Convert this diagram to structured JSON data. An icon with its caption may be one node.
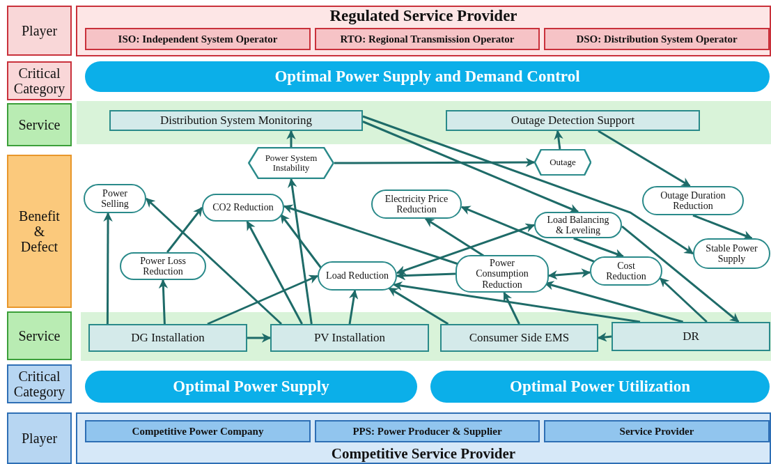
{
  "diagram": {
    "nodes": [
      {
        "text": [
          "Player"
        ]
      },
      {
        "text": [
          "Regulated Service Provider"
        ]
      },
      {
        "text": [
          "ISO: Independent System Operator"
        ],
        "in": 1
      },
      {
        "text": [
          "RTO: Regional Transmission Operator"
        ],
        "in": 1
      },
      {
        "text": [
          "DSO: Distribution System Operator"
        ],
        "in": 1
      },
      {
        "text": [
          "Critical Category"
        ]
      },
      {
        "text": [
          "Optimal Power Supply and Demand Control"
        ]
      },
      {
        "text": [
          "Service"
        ]
      },
      {
        "text": [
          "Distribution System Monitoring"
        ]
      },
      {
        "text": [
          "Outage Detection Support"
        ]
      },
      {
        "text": [
          "Benefit & Defect"
        ]
      },
      {
        "text": [
          "Power System Instability"
        ]
      },
      {
        "text": [
          "Outage"
        ]
      },
      {
        "text": [
          "Power Selling"
        ]
      },
      {
        "text": [
          "CO2 Reduction"
        ]
      },
      {
        "text": [
          "Electricity Price Reduction"
        ]
      },
      {
        "text": [
          "Outage Duration Reduction"
        ]
      },
      {
        "text": [
          "Load Balancing & Leveling"
        ]
      },
      {
        "text": [
          "Power Loss Reduction"
        ]
      },
      {
        "text": [
          "Load Reduction"
        ]
      },
      {
        "text": [
          "Power Consumption Reduction"
        ]
      },
      {
        "text": [
          "Cost Reduction"
        ]
      },
      {
        "text": [
          "Stable Power Supply"
        ]
      },
      {
        "text": [
          "Service"
        ]
      },
      {
        "text": [
          "DG Installation"
        ]
      },
      {
        "text": [
          "PV Installation"
        ]
      },
      {
        "text": [
          "Consumer Side EMS"
        ]
      },
      {
        "text": [
          "DR"
        ]
      },
      {
        "text": [
          "Critical Category"
        ]
      },
      {
        "text": [
          "Optimal Power Supply"
        ]
      },
      {
        "text": [
          "Optimal Power Utilization"
        ]
      },
      {
        "text": [
          "Player"
        ]
      },
      {
        "text": [
          "Competitive Service Provider"
        ]
      },
      {
        "text": [
          "Competitive Power Company"
        ],
        "in": 32
      },
      {
        "text": [
          "PPS: Power Producer & Supplier"
        ],
        "in": 32
      },
      {
        "text": [
          "Service Provider"
        ],
        "in": 32
      }
    ],
    "edges": [
      {
        "from": 11,
        "to": 8,
        "arrow": "to"
      },
      {
        "from": 11,
        "to": 12,
        "arrow": "to"
      },
      {
        "from": 12,
        "to": 9,
        "arrow": "to"
      },
      {
        "from": 9,
        "to": 16,
        "arrow": "to"
      },
      {
        "from": 16,
        "to": 22,
        "arrow": "to"
      },
      {
        "from": 8,
        "to": 17,
        "arrow": "to"
      },
      {
        "from": 8,
        "to": 22,
        "arrow": "to"
      },
      {
        "from": 17,
        "to": 27,
        "arrow": "to"
      },
      {
        "from": 17,
        "to": 21,
        "arrow": "to"
      },
      {
        "from": 24,
        "to": 13,
        "arrow": "to"
      },
      {
        "from": 24,
        "to": 18,
        "arrow": "to"
      },
      {
        "from": 18,
        "to": 14,
        "arrow": "to"
      },
      {
        "from": 24,
        "to": 19,
        "arrow": "to"
      },
      {
        "from": 24,
        "to": 25,
        "arrow": "to"
      },
      {
        "from": 25,
        "to": 13,
        "arrow": "to"
      },
      {
        "from": 25,
        "to": 14,
        "arrow": "to"
      },
      {
        "from": 25,
        "to": 11,
        "arrow": "to"
      },
      {
        "from": 25,
        "to": 19,
        "arrow": "to"
      },
      {
        "from": 19,
        "to": 14,
        "arrow": "to"
      },
      {
        "from": 20,
        "to": 14,
        "arrow": "to"
      },
      {
        "from": 20,
        "to": 19,
        "arrow": "to"
      },
      {
        "from": 20,
        "to": 15,
        "arrow": "to"
      },
      {
        "from": 19,
        "to": 17,
        "arrow": "both"
      },
      {
        "from": 20,
        "to": 21,
        "arrow": "both"
      },
      {
        "from": 21,
        "to": 15,
        "arrow": "to"
      },
      {
        "from": 26,
        "to": 19,
        "arrow": "to"
      },
      {
        "from": 26,
        "to": 20,
        "arrow": "to"
      },
      {
        "from": 27,
        "to": 26,
        "arrow": "to"
      },
      {
        "from": 27,
        "to": 19,
        "arrow": "to"
      },
      {
        "from": 27,
        "to": 20,
        "arrow": "to"
      },
      {
        "from": 27,
        "to": 21,
        "arrow": "to"
      }
    ]
  }
}
